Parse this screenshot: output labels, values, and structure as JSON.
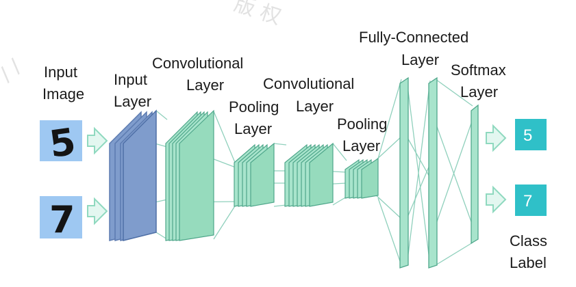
{
  "labels": {
    "input_image": [
      "Input",
      "Image"
    ],
    "input_layer": [
      "Input",
      "Layer"
    ],
    "conv_layer_1": [
      "Convolutional",
      "Layer"
    ],
    "pooling_layer_1": [
      "Pooling",
      "Layer"
    ],
    "conv_layer_2": [
      "Convolutional",
      "Layer"
    ],
    "pooling_layer_2": [
      "Pooling",
      "Layer"
    ],
    "fully_connected_layer": [
      "Fully-Connected",
      "Layer"
    ],
    "softmax_layer": [
      "Softmax",
      "Layer"
    ],
    "class_label": [
      "Class",
      "Label"
    ]
  },
  "inputs": {
    "digits": [
      "5",
      "7"
    ],
    "image_color": "#9ec8f2"
  },
  "outputs": {
    "class_values": [
      "5",
      "7"
    ],
    "box_color": "#2fc0c8"
  },
  "colors": {
    "input_layer_fill": "#7f9ccc",
    "layer_fill": "#a8e4cc",
    "layer_stroke": "#4ea68a",
    "arrow_fill": "#e3f7f0",
    "arrow_stroke": "#8fd9bf",
    "connection_line": "#8fd0bc"
  }
}
